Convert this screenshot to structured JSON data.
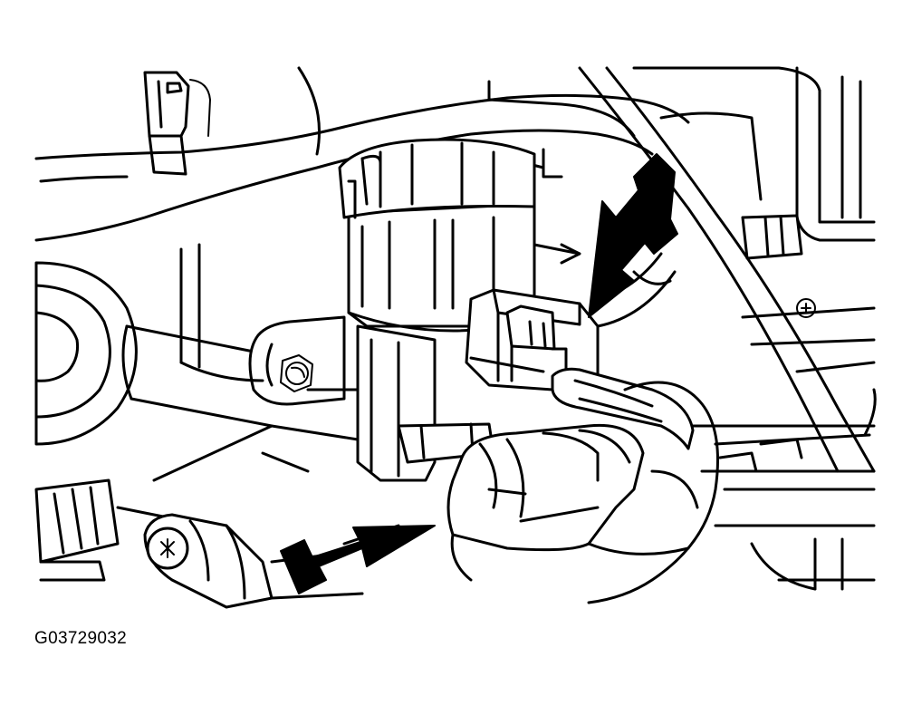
{
  "figure": {
    "id_label": "G03729032"
  },
  "callouts": [
    {
      "name": "upper-right-arrow",
      "direction": "pointing-down-left",
      "color": "#000000"
    },
    {
      "name": "lower-left-arrow",
      "direction": "pointing-right",
      "color": "#000000"
    }
  ],
  "colors": {
    "line": "#000000",
    "background": "#ffffff"
  }
}
